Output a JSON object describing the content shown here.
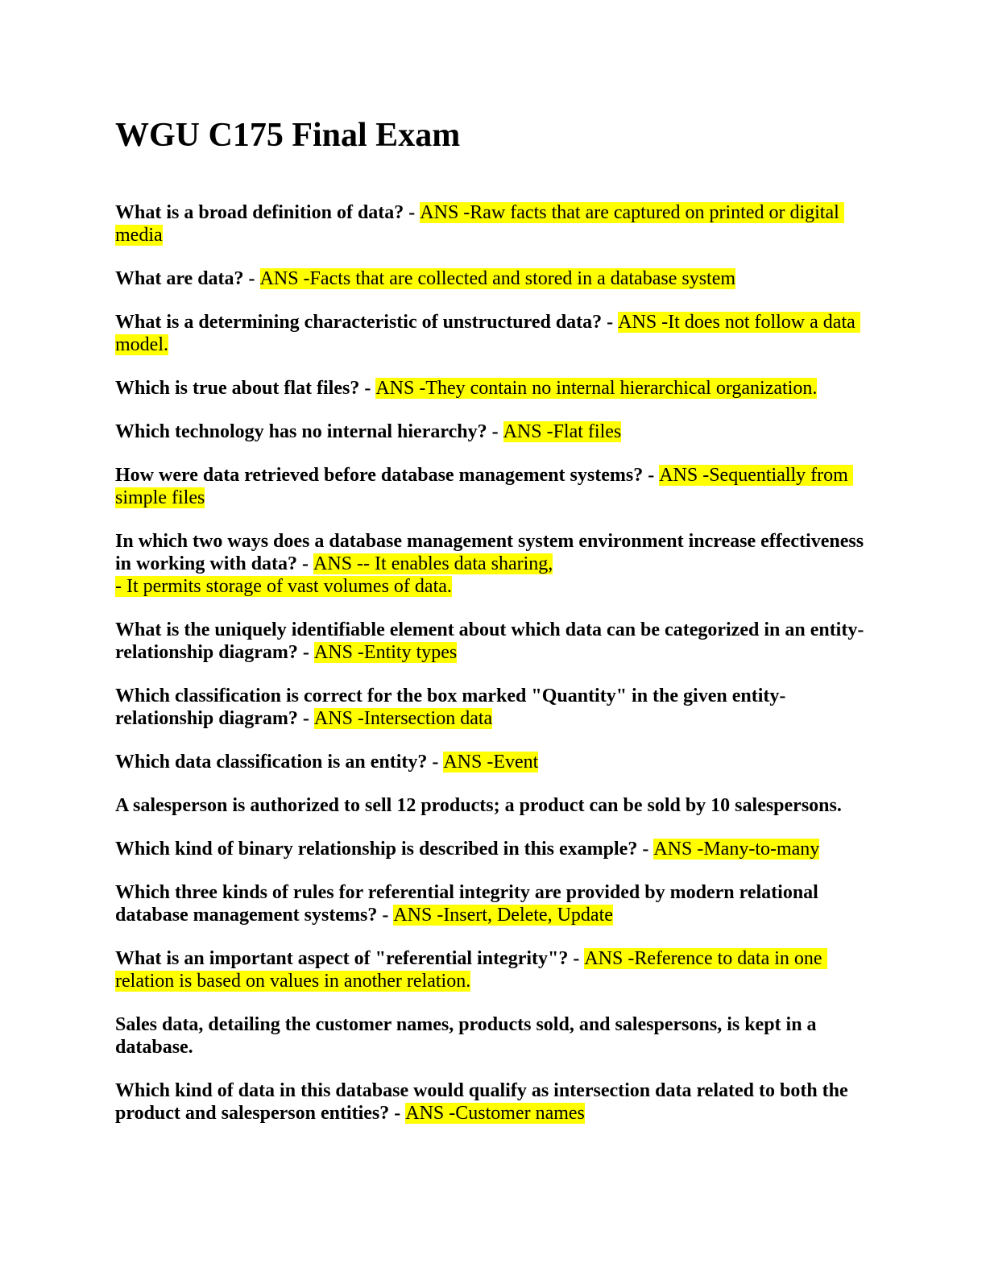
{
  "page": {
    "title": "WGU C175 Final Exam",
    "background_color": "#ffffff",
    "text_color": "#000000",
    "highlight_color": "#ffff00"
  },
  "qa": [
    {
      "q": "What is a broad definition of data? - ",
      "a": "ANS -Raw facts that are captured on printed or digital media"
    },
    {
      "q": "What are data? - ",
      "a": "ANS -Facts that are collected and stored in a database system"
    },
    {
      "q": "What is a determining characteristic of unstructured data? - ",
      "a": "ANS -It does not follow a data model."
    },
    {
      "q": "Which is true about flat files? - ",
      "a": "ANS -They contain no internal hierarchical organization."
    },
    {
      "q": "Which technology has no internal hierarchy? - ",
      "a": "ANS -Flat files"
    },
    {
      "q": "How were data retrieved before database management systems? - ",
      "a": "ANS -Sequentially from simple files"
    },
    {
      "q": "In which two ways does a database management system environment increase effectiveness in working with data? - ",
      "a": "ANS -- It enables data sharing,\n- It permits storage of vast volumes of data."
    },
    {
      "q": "What is the uniquely identifiable element about which data can be categorized in an entity-relationship diagram? - ",
      "a": "ANS -Entity types"
    },
    {
      "q": "Which classification is correct for the box marked \"Quantity\" in the given entity-relationship diagram? - ",
      "a": "ANS -Intersection data"
    },
    {
      "q": "Which data classification is an entity? - ",
      "a": "ANS -Event"
    },
    {
      "q": "A salesperson is authorized to sell 12 products; a product can be sold by 10 salespersons.",
      "a": null
    },
    {
      "q": "Which kind of binary relationship is described in this example? - ",
      "a": "ANS -Many-to-many"
    },
    {
      "q": "Which three kinds of rules for referential integrity are provided by modern relational database management systems? - ",
      "a": "ANS -Insert, Delete, Update"
    },
    {
      "q": "What is an important aspect of \"referential integrity\"? - ",
      "a": "ANS -Reference to data in one relation is based on values in another relation."
    },
    {
      "q": "Sales data, detailing the customer names, products sold, and salespersons, is kept in a database.",
      "a": null
    },
    {
      "q": "Which kind of data in this database would qualify as intersection data related to both the product and salesperson entities? - ",
      "a": "ANS -Customer names"
    }
  ]
}
